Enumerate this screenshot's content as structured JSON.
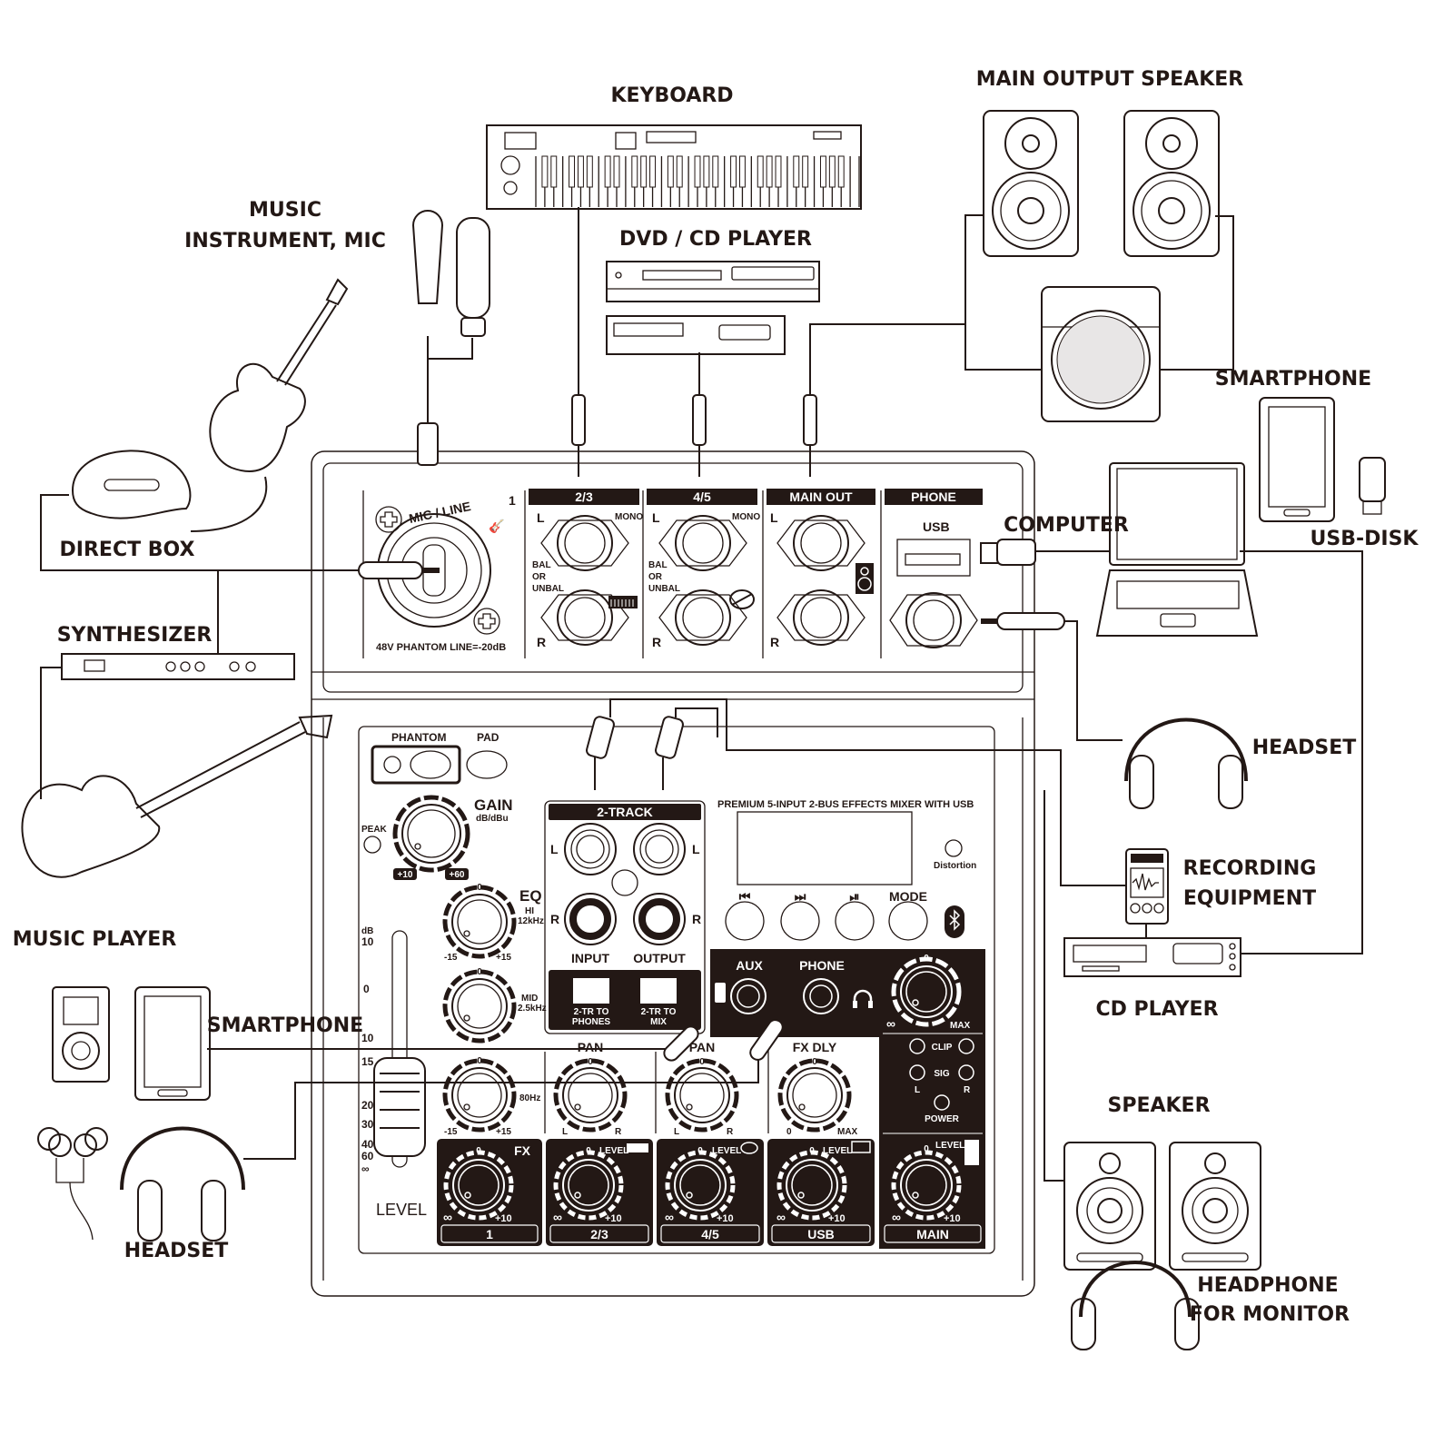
{
  "title": "Mixer connection diagram",
  "devices": {
    "keyboard": "KEYBOARD",
    "main_output_speaker": "MAIN OUTPUT SPEAKER",
    "music_instrument_mic_line1": "MUSIC",
    "music_instrument_mic_line2": "INSTRUMENT, MIC",
    "dvd_cd_player": "DVD / CD PLAYER",
    "smartphone_top": "SMARTPHONE",
    "computer": "COMPUTER",
    "usb_disk": "USB-DISK",
    "direct_box": "DIRECT BOX",
    "synthesizer": "SYNTHESIZER",
    "headset_right": "HEADSET",
    "recording_equipment_line1": "RECORDING",
    "recording_equipment_line2": "EQUIPMENT",
    "cd_player": "CD PLAYER",
    "music_player": "MUSIC PLAYER",
    "smartphone_left": "SMARTPHONE",
    "speaker": "SPEAKER",
    "headset_left": "HEADSET",
    "headphone_monitor_line1": "HEADPHONE",
    "headphone_monitor_line2": "FOR MONITOR"
  },
  "mixer": {
    "rear": {
      "ch1_number": "1",
      "mic_line": "MIC / LINE",
      "phantom_note": "48V PHANTOM LINE=-20dB",
      "sections": [
        "2/3",
        "4/5",
        "MAIN OUT",
        "PHONE"
      ],
      "mono": "MONO",
      "bal_line1": "BAL",
      "bal_line2": "OR",
      "bal_line3": "UNBAL",
      "left": "L",
      "right": "R",
      "usb": "USB"
    },
    "top": {
      "phantom": "PHANTOM",
      "pad": "PAD",
      "gain": "GAIN",
      "gain_unit": "dB/dBu",
      "peak": "PEAK",
      "gain_min": "+10",
      "gain_max": "+60",
      "eq": "EQ",
      "hi_line1": "HI",
      "hi_line2": "12kHz",
      "mid_line1": "MID",
      "mid_line2": "2.5kHz",
      "low_line2": "80Hz",
      "eq_zero": "0",
      "eq_min": "-15",
      "eq_max": "+15",
      "fader_scale": [
        "dB",
        "10",
        "0",
        "10",
        "15",
        "20",
        "30",
        "40",
        "60",
        "∞"
      ],
      "level": "LEVEL",
      "two_track": "2-TRACK",
      "input": "INPUT",
      "output": "OUTPUT",
      "tr_phones_line1": "2-TR TO",
      "tr_phones_line2": "PHONES",
      "tr_mix_line1": "2-TR TO",
      "tr_mix_line2": "MIX",
      "product_title": "PREMIUM 5-INPUT 2-BUS EFFECTS MIXER WITH USB",
      "distortion": "Distortion",
      "transport": [
        "⏮",
        "⏭",
        "⏯",
        "MODE"
      ],
      "aux": "AUX",
      "phone": "PHONE",
      "phone_min": "∞",
      "phone_max": "MAX",
      "pan": "PAN",
      "pan_left": "L",
      "pan_right": "R",
      "fx_dly": "FX DLY",
      "fx_min": "0",
      "fx_max": "MAX",
      "clip": "CLIP",
      "sig": "SIG",
      "power": "POWER",
      "fx": "FX",
      "level_small": "LEVEL",
      "level_min": "∞",
      "level_max": "+10",
      "channel_names": [
        "1",
        "2/3",
        "4/5",
        "USB",
        "MAIN"
      ]
    }
  }
}
